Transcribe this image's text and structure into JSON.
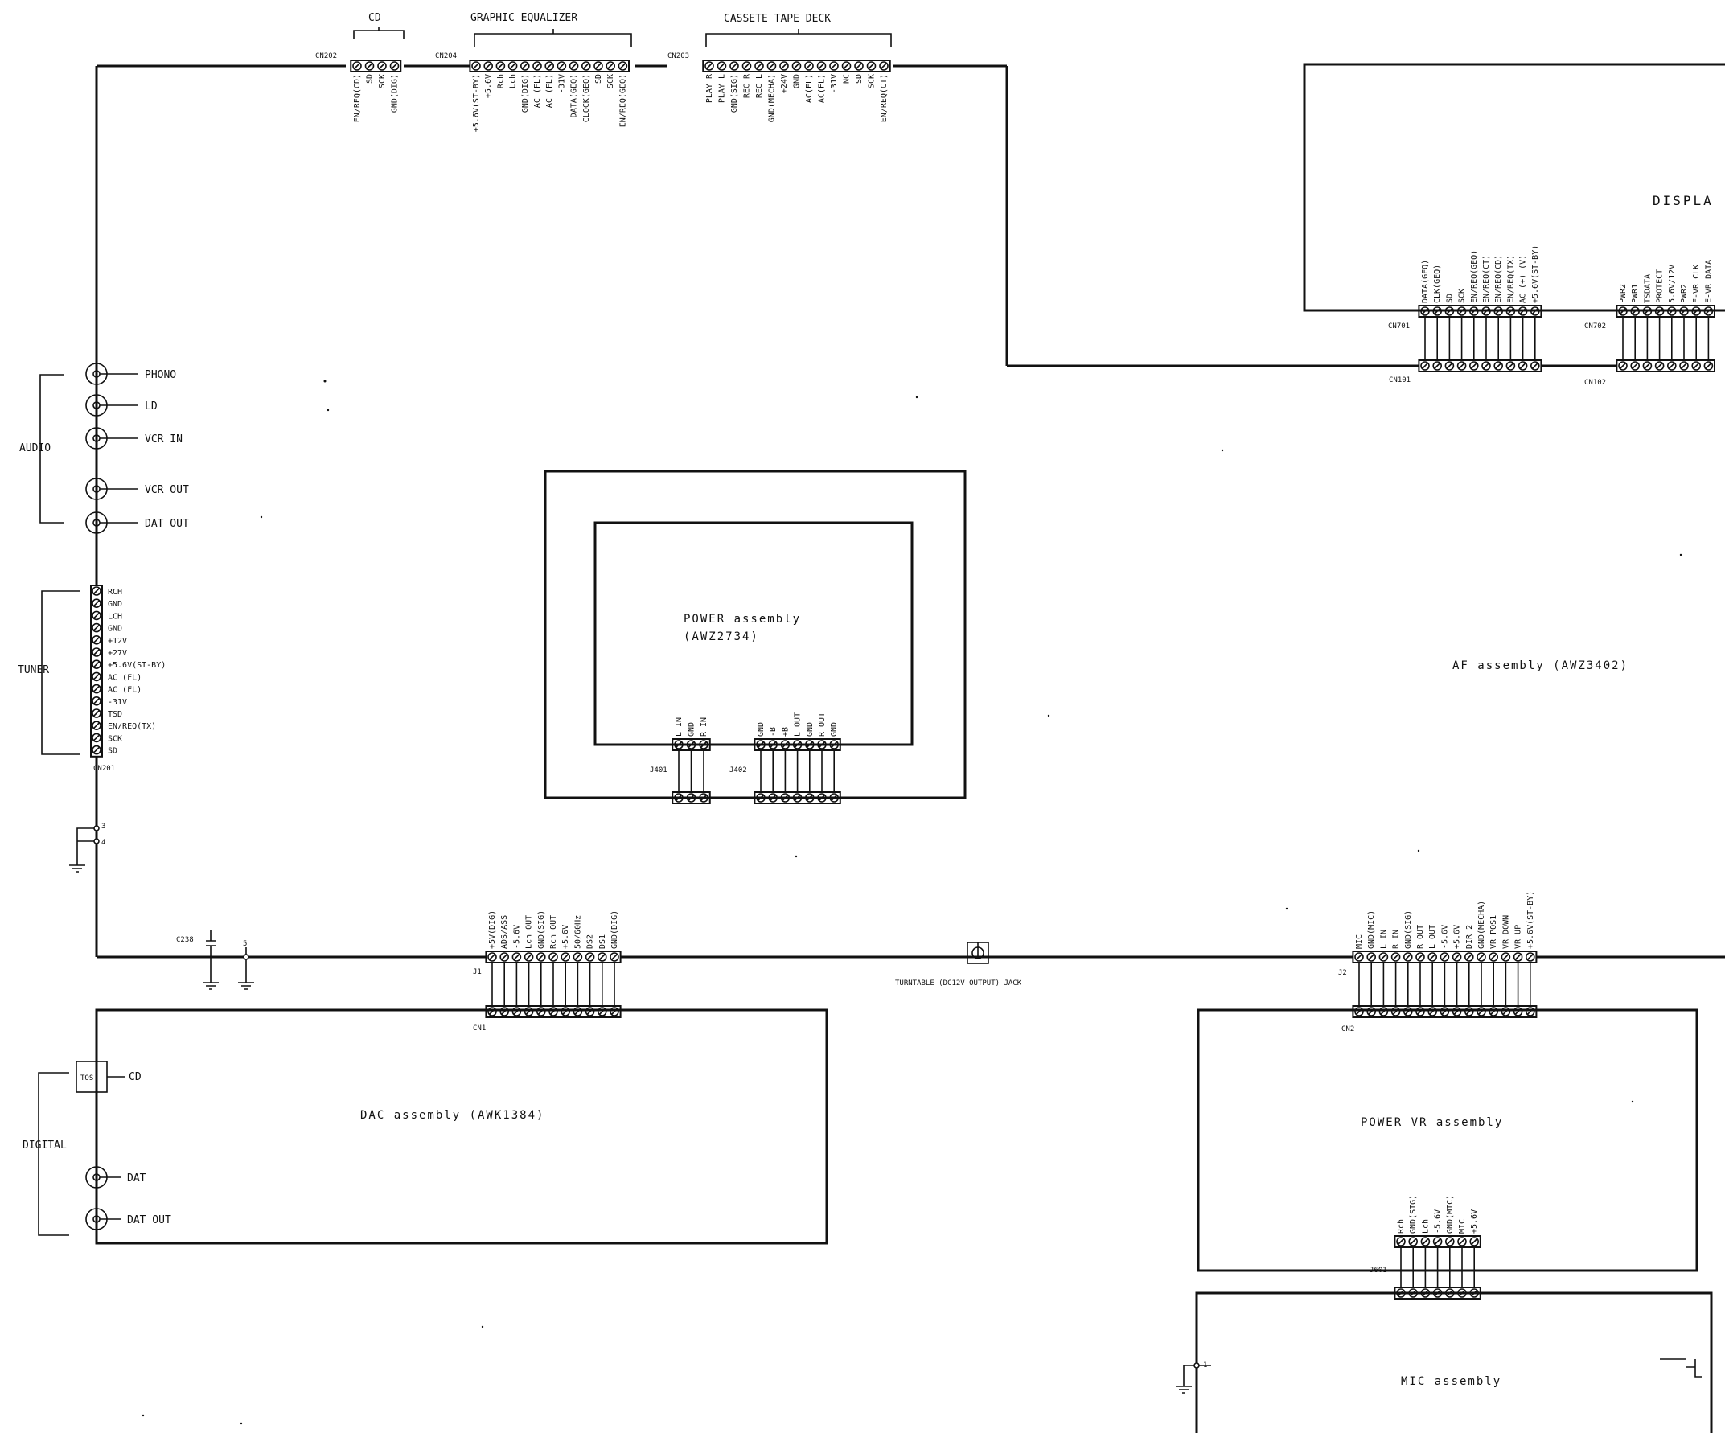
{
  "groups": {
    "cd": "CD",
    "graphic_equalizer": "GRAPHIC EQUALIZER",
    "cassette": "CASSETE TAPE DECK",
    "audio": "AUDIO",
    "tuner": "TUNER",
    "digital": "DIGITAL"
  },
  "assemblies": {
    "display": "DISPLA",
    "power": "POWER assembly",
    "power_part": "(AWZ2734)",
    "af": "AF assembly (AWZ3402)",
    "dac": "DAC assembly (AWK1384)",
    "power_vr": "POWER VR assembly",
    "mic": "MIC assembly"
  },
  "connectors": {
    "cn202": {
      "name": "CN202",
      "pins": [
        "EN/REQ(CD)",
        "SD",
        "SCK",
        "GND(DIG)"
      ]
    },
    "cn204": {
      "name": "CN204",
      "pins": [
        "+5.6V(ST-BY)",
        "+5.6V",
        "Rch",
        "Lch",
        "GND(DIG)",
        "AC (FL)",
        "AC (FL)",
        "-31V",
        "DATA(GEQ)",
        "CLOCK(GEQ)",
        "SD",
        "SCK",
        "EN/REQ(GEQ)"
      ]
    },
    "cn203": {
      "name": "CN203",
      "pins": [
        "PLAY R",
        "PLAY L",
        "GND(SIG)",
        "REC R",
        "REC L",
        "GND(MECHA)",
        "+24V",
        "GND",
        "AC(FL)",
        "AC(FL)",
        "-31V",
        "NC",
        "SD",
        "SCK",
        "EN/REQ(CT)"
      ]
    },
    "cn701": {
      "name": "CN701",
      "pins": [
        "DATA(GEQ)",
        "CLK(GEQ)",
        "SD",
        "SCK",
        "EN/REQ(GEQ)",
        "EN/REQ(CT)",
        "EN/REQ(CD)",
        "EN/REQ(TX)",
        "AC (+) (V)",
        "+5.6V(ST-BY)"
      ]
    },
    "cn101": {
      "name": "CN101"
    },
    "cn702": {
      "name": "CN702",
      "pins": [
        "PWR2",
        "PWR1",
        "TSDATA",
        "PROTECT",
        "5.6V/12V",
        "PWR2",
        "E-VR CLK",
        "E-VR DATA"
      ]
    },
    "cn102": {
      "name": "CN102"
    },
    "j401": {
      "name": "J401",
      "pins": [
        "L IN",
        "GND",
        "R IN"
      ]
    },
    "j402": {
      "name": "J402",
      "pins": [
        "GND",
        "-B",
        "+B",
        "L OUT",
        "GND",
        "R OUT",
        "GND"
      ]
    },
    "cn201": {
      "name": "CN201",
      "pins": [
        "RCH",
        "GND",
        "LCH",
        "GND",
        "+12V",
        "+27V",
        "+5.6V(ST-BY)",
        "AC (FL)",
        "AC (FL)",
        "-31V",
        "TSD",
        "EN/REQ(TX)",
        "SCK",
        "SD"
      ]
    },
    "j1": {
      "name": "J1",
      "pins": [
        "+5V(DIG)",
        "ADS/ASS",
        "-5.6V",
        "Lch OUT",
        "GND(SIG)",
        "Rch OUT",
        "+5.6V",
        "50/60Hz",
        "DS2",
        "DS1",
        "GND(DIG)"
      ]
    },
    "cn1": {
      "name": "CN1"
    },
    "j2": {
      "name": "J2",
      "pins": [
        "MIC",
        "GND(MIC)",
        "L IN",
        "R IN",
        "GND(SIG)",
        "R OUT",
        "L OUT",
        "-5.6V",
        "+5.6V",
        "DIR 2",
        "GND(MECHA)",
        "VR POS1",
        "VR DOWN",
        "VR UP",
        "+5.6V(ST-BY)"
      ]
    },
    "cn2": {
      "name": "CN2"
    },
    "j601": {
      "name": "J601",
      "pins": [
        "Rch",
        "GND(SIG)",
        "Lch",
        "-5.6V",
        "GND(MIC)",
        "MIC",
        "+5.6V"
      ]
    }
  },
  "jacks": {
    "audio": [
      "PHONO",
      "LD",
      "VCR IN",
      "VCR OUT",
      "DAT OUT"
    ],
    "digital_cd": "CD",
    "tos": "TOS",
    "digital": [
      "DAT",
      "DAT OUT"
    ],
    "turntable": "TURNTABLE (DC12V OUTPUT) JACK"
  },
  "misc": {
    "c238": "C238",
    "pin5": "5",
    "pin3": "3",
    "pin4": "4",
    "pin1": "1"
  }
}
